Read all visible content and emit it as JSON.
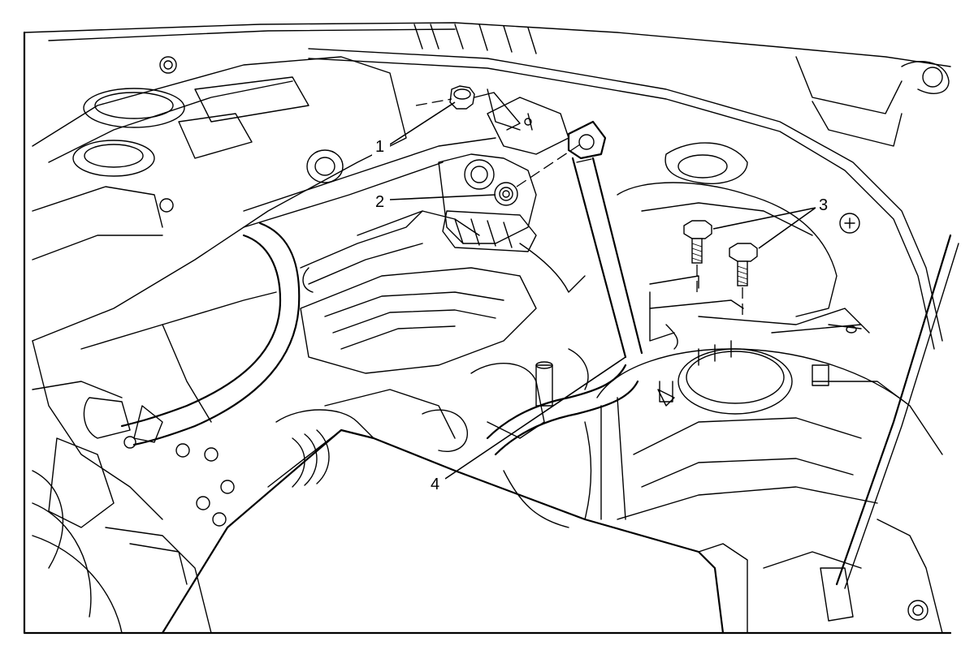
{
  "diagram": {
    "callouts": [
      {
        "id": "1",
        "label": "1",
        "part": "nut"
      },
      {
        "id": "2",
        "label": "2",
        "part": "bolt"
      },
      {
        "id": "3",
        "label": "3",
        "part": "bolts"
      },
      {
        "id": "4",
        "label": "4",
        "part": "strut-brace"
      }
    ],
    "colors": {
      "line": "#000000",
      "background": "#ffffff"
    }
  }
}
